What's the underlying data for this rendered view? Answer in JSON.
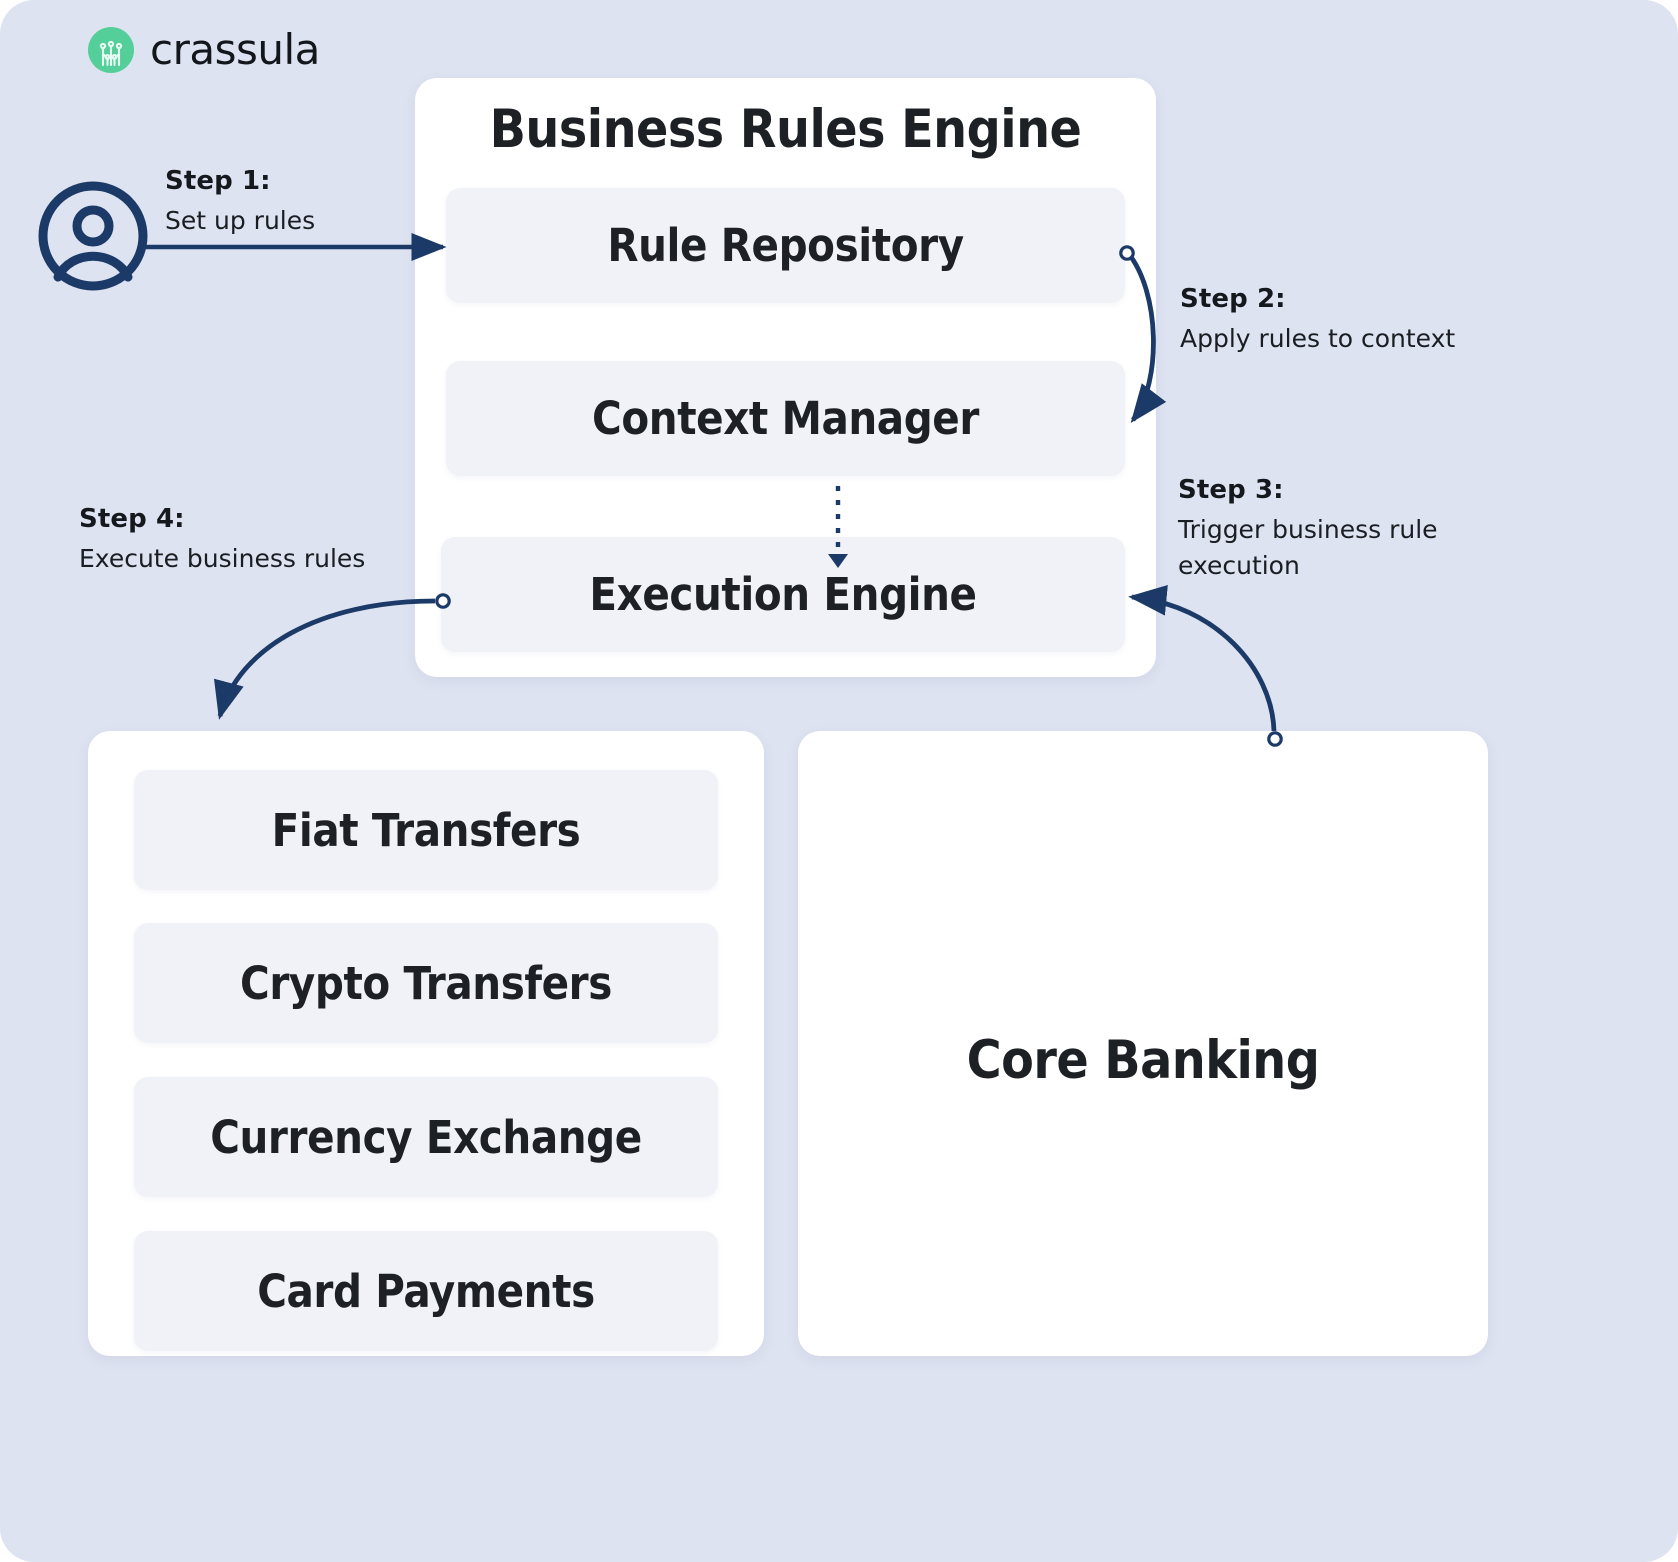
{
  "brand": {
    "name": "crassula",
    "mark_icon": "circuit-logo-icon",
    "mark_color": "#54cf9a"
  },
  "colors": {
    "background": "#dee3f1",
    "panel": "#ffffff",
    "chip": "#f1f2f8",
    "accent_line": "#1c3a68",
    "text": "#1d2025",
    "brand_green": "#54cf9a"
  },
  "engine_panel": {
    "title": "Business Rules Engine",
    "components": [
      {
        "label": "Rule Repository"
      },
      {
        "label": "Context Manager"
      },
      {
        "label": "Execution Engine"
      }
    ]
  },
  "services_panel": {
    "items": [
      {
        "label": "Fiat Transfers"
      },
      {
        "label": "Crypto Transfers"
      },
      {
        "label": "Currency Exchange"
      },
      {
        "label": "Card Payments"
      }
    ]
  },
  "core_panel": {
    "title": "Core Banking"
  },
  "actor": {
    "icon": "user-avatar-icon"
  },
  "steps": [
    {
      "id": "step-1",
      "head": "Step 1:",
      "body": "Set up rules"
    },
    {
      "id": "step-2",
      "head": "Step 2:",
      "body": "Apply rules to context"
    },
    {
      "id": "step-3",
      "head": "Step 3:",
      "body": "Trigger business rule execution"
    },
    {
      "id": "step-4",
      "head": "Step 4:",
      "body": "Execute business rules"
    }
  ]
}
